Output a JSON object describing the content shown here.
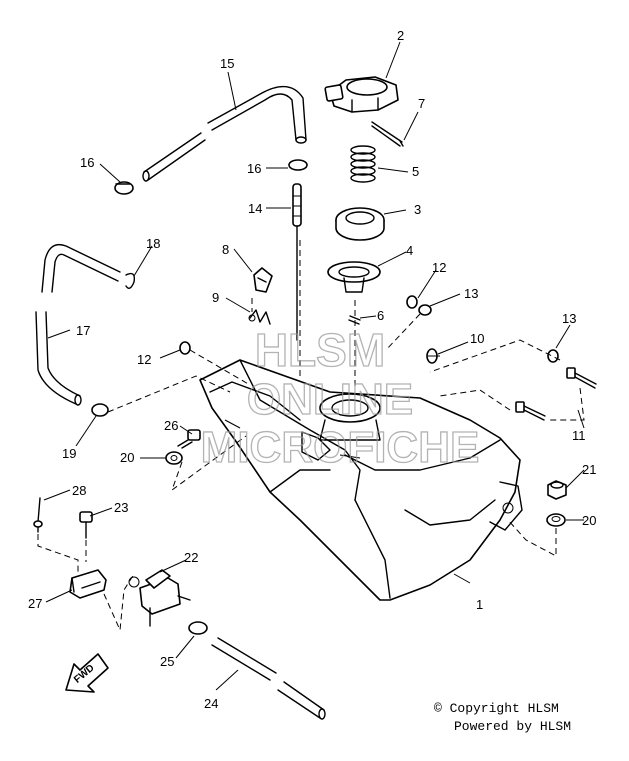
{
  "callouts": [
    "1",
    "2",
    "3",
    "4",
    "5",
    "6",
    "7",
    "8",
    "9",
    "10",
    "11",
    "12",
    "12",
    "13",
    "13",
    "14",
    "15",
    "16",
    "16",
    "17",
    "18",
    "19",
    "20",
    "20",
    "21",
    "22",
    "23",
    "24",
    "25",
    "26",
    "27",
    "28"
  ],
  "watermark": {
    "line1": "HLSM",
    "line2": "ONLINE",
    "line3": "MICROFICHE"
  },
  "direction_label": "FWD",
  "copyright": {
    "line1": "© Copyright HLSM",
    "line2": "Powered by HLSM"
  }
}
